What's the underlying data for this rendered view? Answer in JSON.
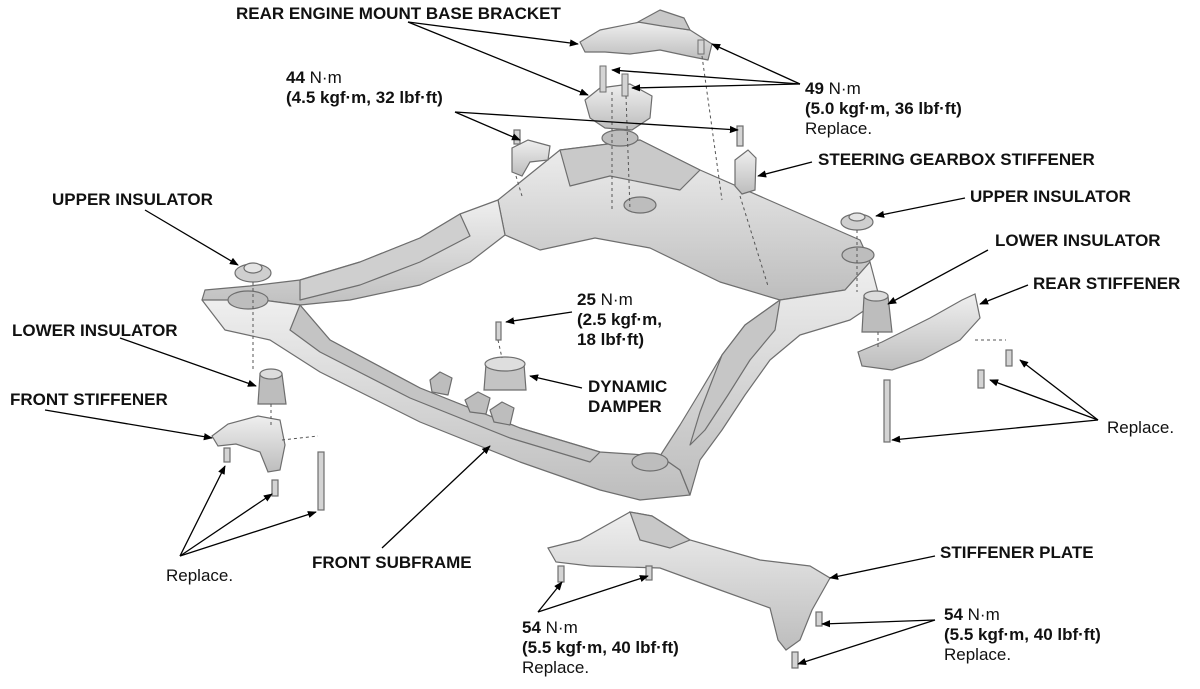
{
  "labels": {
    "rear_engine_mount_base_bracket": "REAR ENGINE MOUNT BASE BRACKET",
    "torque_44": {
      "nm": "44",
      "unit": "N·m",
      "alt": "(4.5 kgf·m, 32 lbf·ft)"
    },
    "torque_49": {
      "nm": "49",
      "unit": "N·m",
      "alt": "(5.0 kgf·m, 36 lbf·ft)",
      "note": "Replace."
    },
    "steering_gearbox_stiffener": "STEERING GEARBOX STIFFENER",
    "upper_insulator_left": "UPPER INSULATOR",
    "upper_insulator_right": "UPPER INSULATOR",
    "lower_insulator_right": "LOWER INSULATOR",
    "rear_stiffener": "REAR STIFFENER",
    "lower_insulator_left": "LOWER INSULATOR",
    "front_stiffener": "FRONT STIFFENER",
    "torque_25": {
      "nm": "25",
      "unit": "N·m",
      "alt1": "(2.5 kgf·m,",
      "alt2": "18 lbf·ft)"
    },
    "dynamic_damper": {
      "line1": "DYNAMIC",
      "line2": "DAMPER"
    },
    "replace_right": "Replace.",
    "replace_left": "Replace.",
    "front_subframe": "FRONT SUBFRAME",
    "stiffener_plate": "STIFFENER PLATE",
    "torque_54_left": {
      "nm": "54",
      "unit": "N·m",
      "alt": "(5.5 kgf·m, 40 lbf·ft)",
      "note": "Replace."
    },
    "torque_54_right": {
      "nm": "54",
      "unit": "N·m",
      "alt": "(5.5 kgf·m, 40 lbf·ft)",
      "note": "Replace."
    }
  },
  "colors": {
    "part_fill": "#d9d9d9",
    "part_dark": "#a8a8a8",
    "part_edge": "#6e6e6e",
    "leader": "#000000"
  }
}
